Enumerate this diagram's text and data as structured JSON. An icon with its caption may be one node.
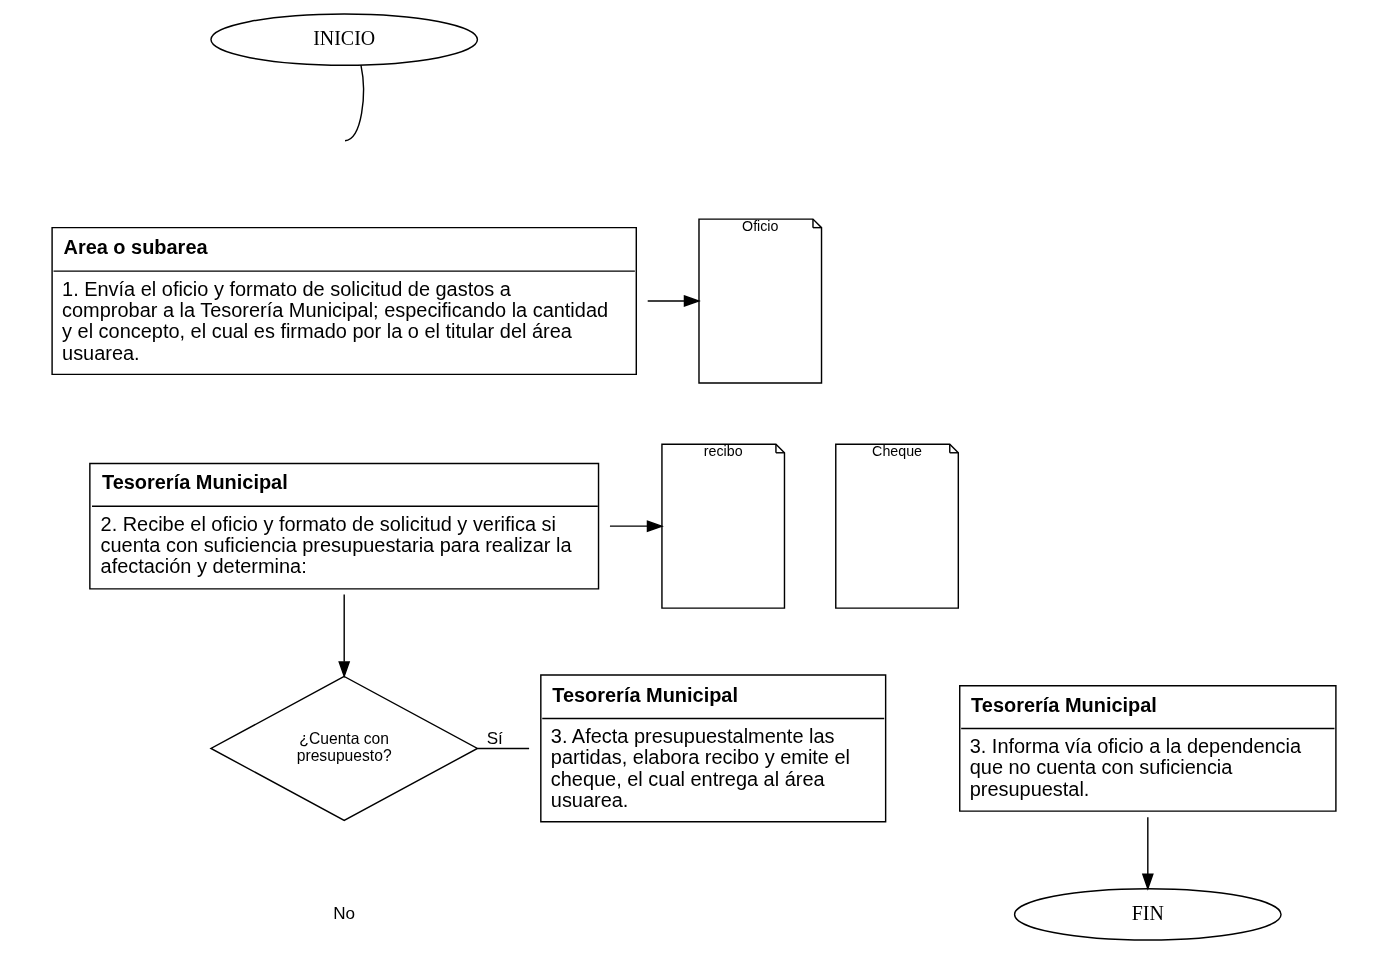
{
  "diagram": {
    "nodes": [
      {
        "text": [
          "INICIO"
        ]
      },
      {
        "text": [
          "Area o subarea",
          "1. Envía el oficio y formato de solicitud de gastos a comprobar a la Tesorería Municipal; especificando la cantidad y el concepto, el cual es firmado por la o el titular del área usuarea."
        ]
      },
      {
        "text": [
          "Oficio"
        ]
      },
      {
        "text": [
          "Tesorería Municipal",
          "2. Recibe el oficio y formato de solicitud y verifica si cuenta con suficiencia presupuestaria para realizar la afectación y determina:"
        ]
      },
      {
        "text": [
          "recibo"
        ]
      },
      {
        "text": [
          "Cheque"
        ]
      },
      {
        "text": [
          "¿Cuenta con presupuesto?"
        ]
      },
      {
        "text": [
          "Tesorería Municipal",
          "3. Afecta presupuestalmente las partidas, elabora recibo y emite el cheque, el cual entrega al área usuarea."
        ]
      },
      {
        "text": [
          "Tesorería Municipal",
          "3. Informa vía oficio a la dependencia que no cuenta con suficiencia presupuestal."
        ]
      },
      {
        "text": [
          "FIN"
        ]
      }
    ],
    "edges": [
      {
        "from": 0,
        "to": null,
        "arrow": "none"
      },
      {
        "from": 1,
        "to": 2,
        "arrow": "to"
      },
      {
        "from": 3,
        "to": 4,
        "arrow": "to"
      },
      {
        "from": 3,
        "to": 6,
        "arrow": "to"
      },
      {
        "from": 6,
        "to": 7,
        "arrow": "none",
        "label": "Sí"
      },
      {
        "from": 8,
        "to": 9,
        "arrow": "to"
      }
    ],
    "labels": [
      "No"
    ]
  }
}
